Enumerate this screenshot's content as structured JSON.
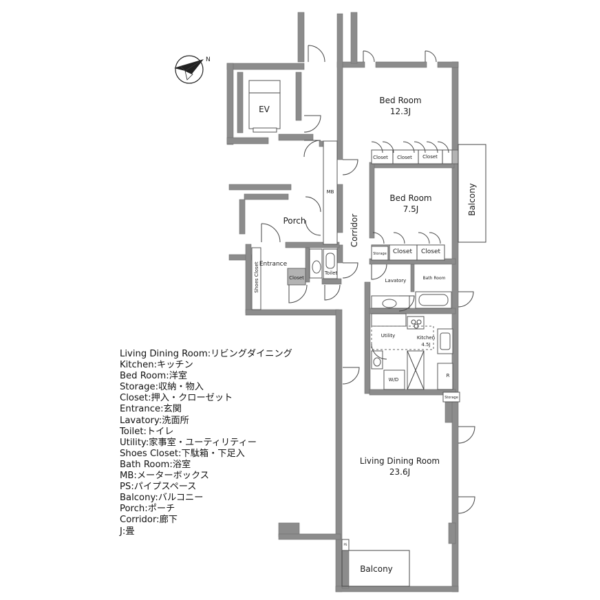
{
  "rooms": {
    "bed_room_1": {
      "name": "Bed Room",
      "size": "12.3J"
    },
    "bed_room_2": {
      "name": "Bed Room",
      "size": "7.5J"
    },
    "ev": "EV",
    "porch": "Porch",
    "corridor": "Corridor",
    "entrance": "Entrance",
    "shoes_closet": "Shoes Closet",
    "closet": "Closet",
    "mb": "MB",
    "toilet": "Toilet",
    "storage": "Storage",
    "lavatory": "Lavatory",
    "bath_room": "Bath Room",
    "utility": "Utility",
    "kitchen": {
      "name": "Kitchen",
      "size": "4.5J"
    },
    "wd": "W/D",
    "refrigerator": "R",
    "living_dining": {
      "name": "Living Dining Room",
      "size": "23.6J"
    },
    "balcony": "Balcony",
    "ps": "PS"
  },
  "compass": {
    "north": "N"
  },
  "legend": [
    "Living Dining Room:リビングダイニング",
    "Kitchen:キッチン",
    "Bed Room:洋室",
    "Storage:収納・物入",
    "Closet:押入・クローゼット",
    "Entrance:玄関",
    "Lavatory:洗面所",
    "Toilet:トイレ",
    "Utility:家事室・ユーティリティー",
    "Shoes Closet:下駄箱・下足入",
    "Bath Room:浴室",
    "MB:メーターボックス",
    "PS:パイプスペース",
    "Balcony:バルコニー",
    "Porch:ポーチ",
    "Corridor:廊下",
    "J:畳"
  ]
}
